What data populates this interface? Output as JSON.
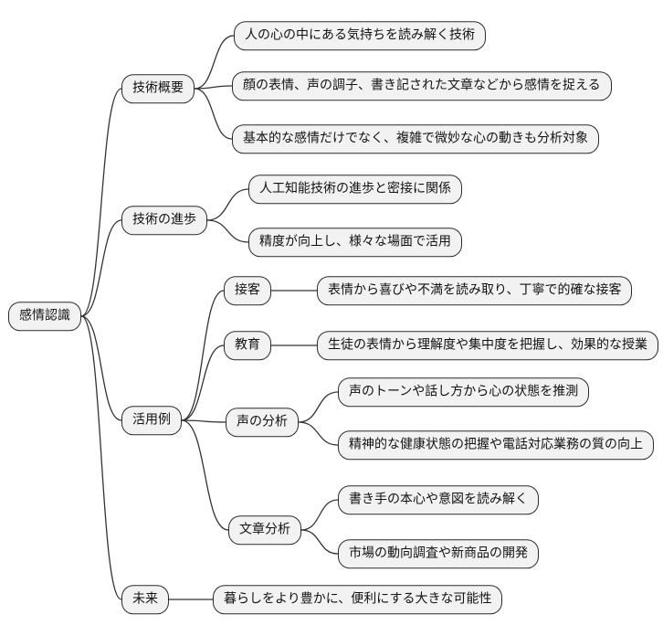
{
  "diagram": {
    "type": "mindmap",
    "root": {
      "label": "感情認識"
    },
    "branches": [
      {
        "label": "技術概要",
        "children": [
          {
            "label": "人の心の中にある気持ちを読み解く技術"
          },
          {
            "label": "顔の表情、声の調子、書き記された文章などから感情を捉える"
          },
          {
            "label": "基本的な感情だけでなく、複雑で微妙な心の動きも分析対象"
          }
        ]
      },
      {
        "label": "技術の進歩",
        "children": [
          {
            "label": "人工知能技術の進歩と密接に関係"
          },
          {
            "label": "精度が向上し、様々な場面で活用"
          }
        ]
      },
      {
        "label": "活用例",
        "children": [
          {
            "label": "接客",
            "children": [
              {
                "label": "表情から喜びや不満を読み取り、丁寧で的確な接客"
              }
            ]
          },
          {
            "label": "教育",
            "children": [
              {
                "label": "生徒の表情から理解度や集中度を把握し、効果的な授業"
              }
            ]
          },
          {
            "label": "声の分析",
            "children": [
              {
                "label": "声のトーンや話し方から心の状態を推測"
              },
              {
                "label": "精神的な健康状態の把握や電話対応業務の質の向上"
              }
            ]
          },
          {
            "label": "文章分析",
            "children": [
              {
                "label": "書き手の本心や意図を読み解く"
              },
              {
                "label": "市場の動向調査や新商品の開発"
              }
            ]
          }
        ]
      },
      {
        "label": "未来",
        "children": [
          {
            "label": "暮らしをより豊かに、便利にする大きな可能性"
          }
        ]
      }
    ],
    "colors": {
      "background": "#ffffff",
      "node_fill": "#f2f2f2",
      "node_border": "#2b2b2b",
      "text": "#111111",
      "connector": "#333333"
    }
  }
}
